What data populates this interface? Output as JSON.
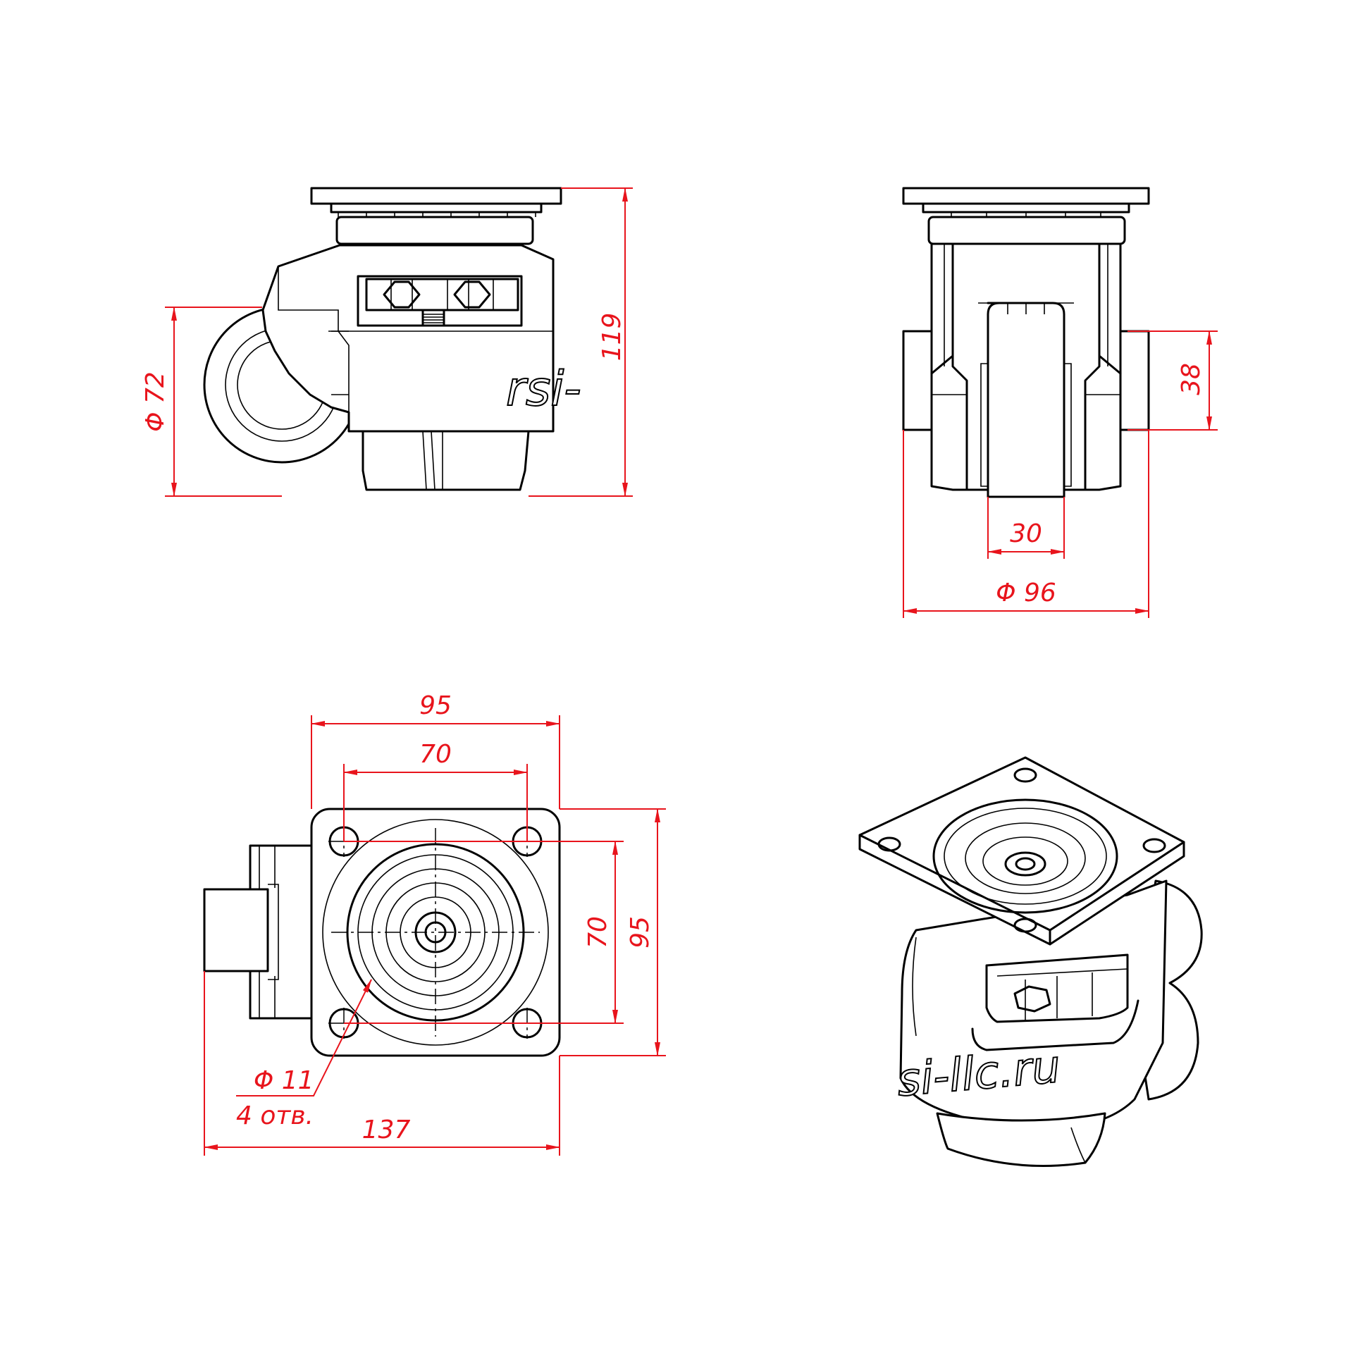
{
  "drawing": {
    "side_view": {
      "dims": {
        "wheel_dia": "Φ 72",
        "height": "119"
      },
      "logo": "rsi-"
    },
    "front_view": {
      "dims": {
        "tread": "30",
        "base_dia": "Φ 96",
        "base_height": "38"
      }
    },
    "top_view": {
      "dims": {
        "plate_width": "95",
        "hole_spacing_x": "70",
        "hole_spacing_y": "70",
        "plate_height": "95",
        "hole_dia": "Φ 11",
        "hole_count": "4 отв.",
        "overall_length": "137"
      }
    },
    "iso_view": {
      "logo": "si-llc.ru"
    },
    "colors": {
      "dimension": "#e8141c",
      "outline": "#000000"
    }
  }
}
